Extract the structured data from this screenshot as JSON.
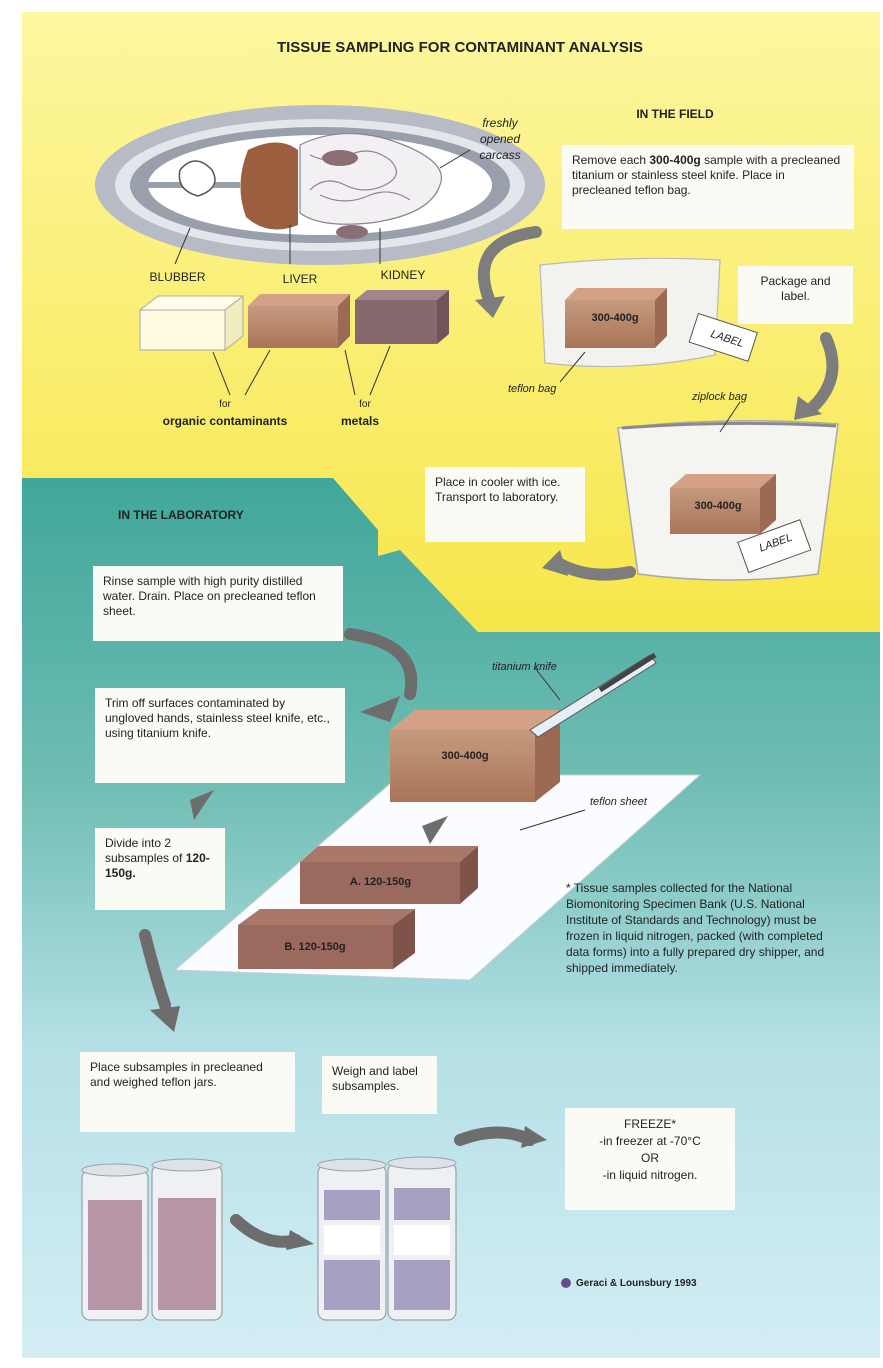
{
  "title": "TISSUE SAMPLING FOR CONTAMINANT ANALYSIS",
  "field": {
    "heading": "IN THE FIELD",
    "carcass_label": [
      "freshly",
      "opened",
      "carcass"
    ],
    "organs": {
      "blubber": "BLUBBER",
      "liver": "LIVER",
      "kidney": "KIDNEY"
    },
    "for_organic": {
      "for": "for",
      "label": "organic contaminants"
    },
    "for_metals": {
      "for": "for",
      "label": "metals"
    },
    "step1": {
      "pre": "Remove each ",
      "bold": "300-400g",
      "post": " sample with a precleaned titanium or stainless steel knife. Place in precleaned teflon bag."
    },
    "step2": "Package and label.",
    "step3": "Place in cooler with ice. Transport to laboratory.",
    "teflon_bag": "teflon bag",
    "ziplock_bag": "ziplock bag",
    "label_tag": "LABEL",
    "weight": "300-400g"
  },
  "lab": {
    "heading": "IN THE LABORATORY",
    "step1": "Rinse sample with high purity distilled water. Drain. Place on precleaned teflon sheet.",
    "step2": "Trim off surfaces contaminated by ungloved hands, stainless steel knife, etc., using titanium knife.",
    "step3": {
      "pre": "Divide into 2 subsamples of ",
      "bold": "120-150g."
    },
    "step4": "Place subsamples in precleaned and weighed teflon jars.",
    "step5": "Weigh and label subsamples.",
    "knife_label": "titanium knife",
    "sheet_label": "teflon sheet",
    "block_weight": "300-400g",
    "sub_a": "A. 120-150g",
    "sub_b": "B. 120-150g",
    "note": "* Tissue samples collected for the National Biomonitoring Specimen Bank (U.S. National Institute of Standards and Technology)  must be frozen in liquid nitrogen, packed (with completed data forms) into a fully prepared dry shipper, and shipped immediately.",
    "freeze": {
      "title": "FREEZE*",
      "line1": "-in freezer at -70°C",
      "or": "OR",
      "line2": "-in liquid nitrogen."
    },
    "credit": "Geraci & Lounsbury 1993"
  }
}
